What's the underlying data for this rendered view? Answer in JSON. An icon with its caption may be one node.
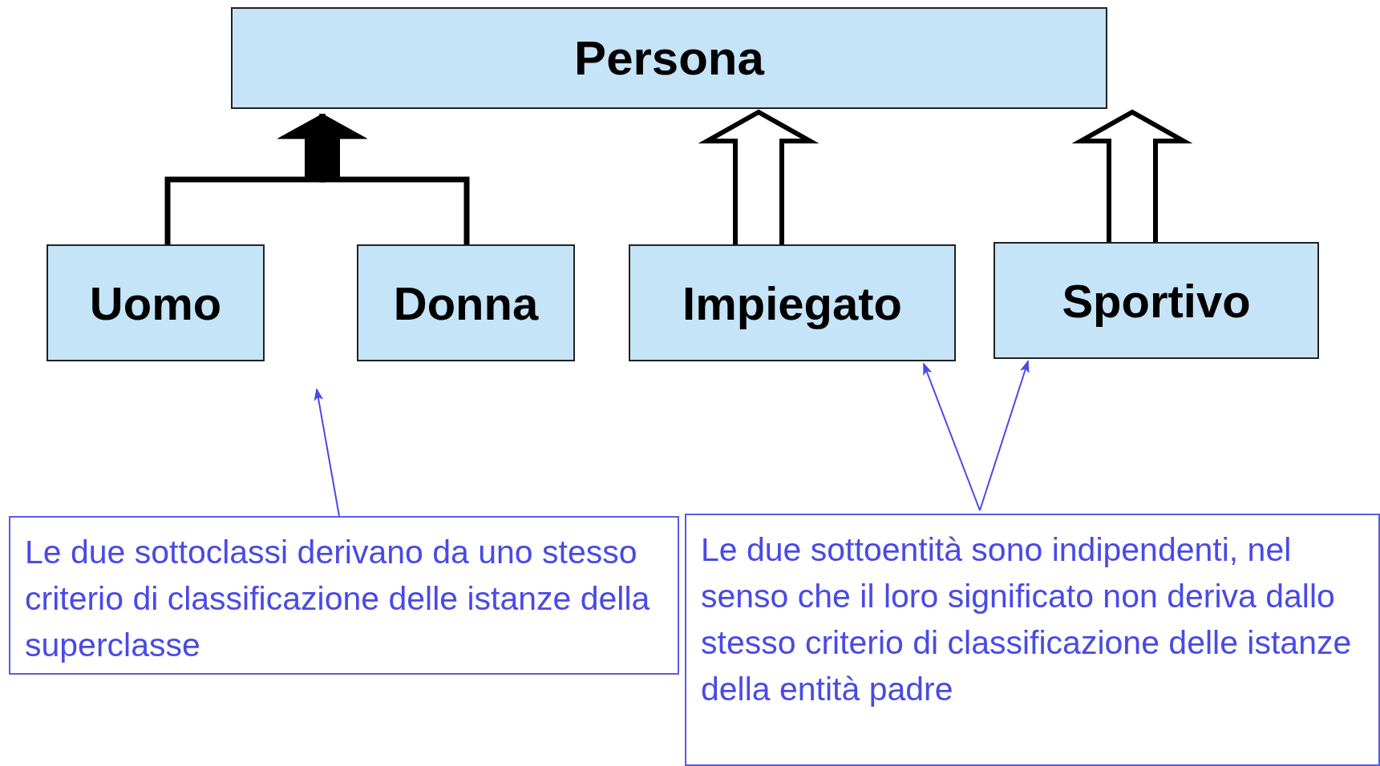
{
  "diagram": {
    "nodes": [
      {
        "text": [
          "Persona"
        ]
      },
      {
        "text": [
          "Uomo"
        ]
      },
      {
        "text": [
          "Donna"
        ]
      },
      {
        "text": [
          "Impiegato"
        ]
      },
      {
        "text": [
          "Sportivo"
        ]
      },
      {
        "text": [
          "Le due sottoclassi derivano da uno stesso criterio di classificazione delle istanze della superclasse"
        ]
      },
      {
        "text": [
          "Le due sottoentità sono indipendenti, nel senso che il loro significato non deriva dallo stesso criterio di classificazione delle istanze della entità padre"
        ]
      }
    ],
    "edges": [
      {
        "from": 1,
        "to": 0,
        "arrow": "to",
        "style": "thick",
        "color": "#000000"
      },
      {
        "from": 2,
        "to": 0,
        "arrow": "to",
        "style": "thick",
        "color": "#000000"
      },
      {
        "from": 3,
        "to": 0,
        "arrow": "to",
        "style": "thick",
        "color": "#000000"
      },
      {
        "from": 4,
        "to": 0,
        "arrow": "to",
        "style": "thick",
        "color": "#000000"
      },
      {
        "from": 5,
        "to": null,
        "arrow": "to",
        "color": "#4a4ae6"
      },
      {
        "from": 6,
        "to": 3,
        "arrow": "to",
        "color": "#4a4ae6"
      },
      {
        "from": 6,
        "to": 4,
        "arrow": "to",
        "color": "#4a4ae6"
      }
    ]
  }
}
